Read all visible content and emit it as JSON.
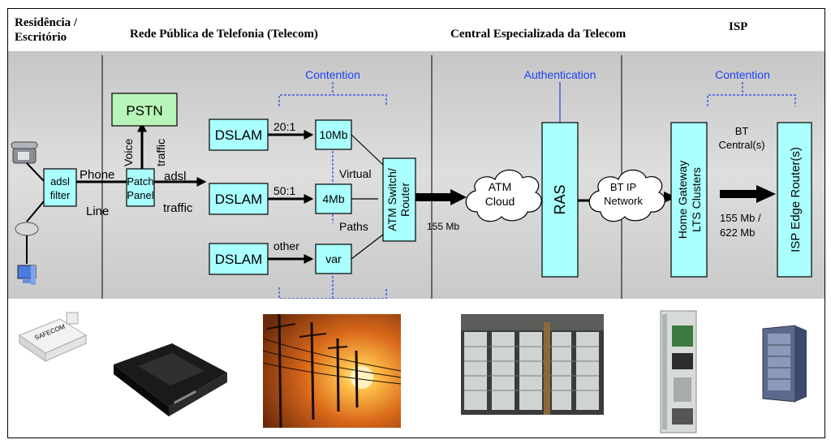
{
  "headers": {
    "residence_line1": "Residência /",
    "residence_line2": "Escritório",
    "public_network": "Rede Pública de Telefonia (Telecom)",
    "central": "Central Especializada da Telecom",
    "isp": "ISP"
  },
  "contention_labels": [
    "Contention",
    "Authentication",
    "Contention"
  ],
  "boxes": {
    "pstn": "PSTN",
    "adsl_filter": [
      "adsl",
      "filter"
    ],
    "patch_panel": [
      "Patch",
      "Panel"
    ],
    "dslams": [
      "DSLAM",
      "DSLAM",
      "DSLAM"
    ],
    "rates": [
      "10Mb",
      "4Mb",
      "var"
    ],
    "atm_switch": [
      "ATM Switch/",
      "Router"
    ],
    "ras": "RAS",
    "home_gateway": [
      "Home Gateway",
      "LTS Clusters"
    ],
    "isp_edge": "ISP Edge Router(s)"
  },
  "clouds": {
    "atm_cloud": [
      "ATM",
      "Cloud"
    ],
    "bt_ip": [
      "BT IP",
      "Network"
    ]
  },
  "edge_labels": {
    "phone": "Phone",
    "line": "Line",
    "voice": "Voice",
    "traffic_pstn": "traffic",
    "adsl": "adsl",
    "traffic": "traffic",
    "ratios": [
      "20:1",
      "50:1",
      "other"
    ],
    "virtual": "Virtual",
    "paths": "Paths",
    "speed": "155 Mb",
    "bt_central": [
      "BT",
      "Central(s)"
    ],
    "isp_speed": [
      "155 Mb /",
      "622 Mb"
    ]
  },
  "colors": {
    "box_fill": "#aaffff",
    "pstn_fill": "#b8f5b8",
    "band_bg": "#d4d4d4",
    "contention_blue": "#1c3ff5"
  },
  "photos": [
    "adsl-filter-photo",
    "adsl-modem-photo",
    "telephone-poles-sunset-photo",
    "telecom-exchange-racks-photo",
    "router-card-photo",
    "server-rack-photo"
  ],
  "photo_text": "SAFECOM"
}
